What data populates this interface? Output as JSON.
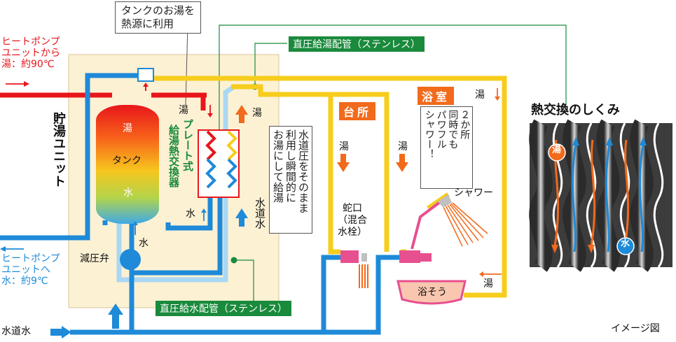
{
  "heat_pump_in": {
    "lines": [
      "ヒートポンプ",
      "ユニットから",
      "湯：約90℃"
    ]
  },
  "heat_pump_out": {
    "lines": [
      "ヒートポンプ",
      "ユニットへ",
      "水：約9℃"
    ]
  },
  "storage_unit_label": "貯湯ユニット",
  "tank": {
    "top": "湯",
    "middle": "タンク",
    "bottom": "水"
  },
  "callout_tank": {
    "lines": [
      "タンクのお湯を",
      "熱源に利用"
    ]
  },
  "callout_pressure": {
    "lines": [
      "水道圧をそのまま",
      "利用し瞬間的に",
      "お湯にして給湯"
    ]
  },
  "hex_label": {
    "line1": "プレート式",
    "line2": "給湯熱交換器"
  },
  "pipe_hot_label": "直圧給湯配管（ステンレス）",
  "pipe_cold_label": "直圧給水配管（ステンレス）",
  "kitchen_label": "台所",
  "bath_label": "浴室",
  "faucet_label": {
    "lines": [
      "蛇口",
      "（混合",
      "水栓）"
    ]
  },
  "shower_label": "シャワー",
  "shower_callout": {
    "lines": [
      "２か所",
      "同時でも",
      "パワフル",
      "シャワー！"
    ]
  },
  "bathtub_label": "浴そう",
  "valve_label": "減圧弁",
  "tap_water_label": "水道水",
  "labels": {
    "hot": "湯",
    "water": "水",
    "tap_water_vertical": "水道水"
  },
  "heat_exchange_title": "熱交換のしくみ",
  "heat_exchange_hot_badge": "湯",
  "heat_exchange_water_badge": "水",
  "image_note": "イメージ図",
  "colors": {
    "hot_pipe": "#e8161b",
    "cold_pipe": "#1e8ad8",
    "supply_hot_pipe": "#f7cd1d",
    "arrow_orange": "#f26a1b",
    "unit_bg": "#fdf1d4",
    "label_green": "#1a8a3c"
  }
}
